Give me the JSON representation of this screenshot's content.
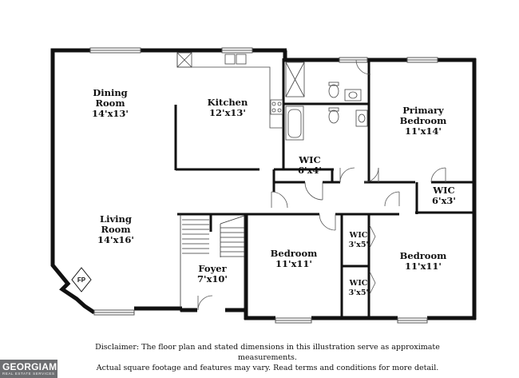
{
  "rooms": {
    "dining": {
      "name1": "Dining",
      "name2": "Room",
      "size": "14'x13'"
    },
    "kitchen": {
      "name": "Kitchen",
      "size": "12'x13'"
    },
    "living": {
      "name1": "Living",
      "name2": "Room",
      "size": "14'x16'"
    },
    "foyer": {
      "name": "Foyer",
      "size": "7'x10'"
    },
    "wic_hall": {
      "name": "WIC",
      "size": "6'x4'"
    },
    "primary": {
      "name1": "Primary",
      "name2": "Bedroom",
      "size": "11'x14'"
    },
    "wic_primary": {
      "name": "WIC",
      "size": "6'x3'"
    },
    "bedroom_mid": {
      "name": "Bedroom",
      "size": "11'x11'"
    },
    "wic_mid_upper": {
      "name": "WIC",
      "size": "3'x5'"
    },
    "wic_mid_lower": {
      "name": "WIC",
      "size": "3'x5'"
    },
    "bedroom_right": {
      "name": "Bedroom",
      "size": "11'x11'"
    },
    "fireplace": "FP"
  },
  "disclaimer": {
    "line1": "Disclaimer: The floor plan and stated dimensions in this illustration serve as approximate measurements.",
    "line2": "Actual square footage and features may vary. Read terms and conditions for more detail."
  },
  "logo": {
    "main": "GEORGIAMLS",
    "sub": "REAL ESTATE SERVICES"
  }
}
